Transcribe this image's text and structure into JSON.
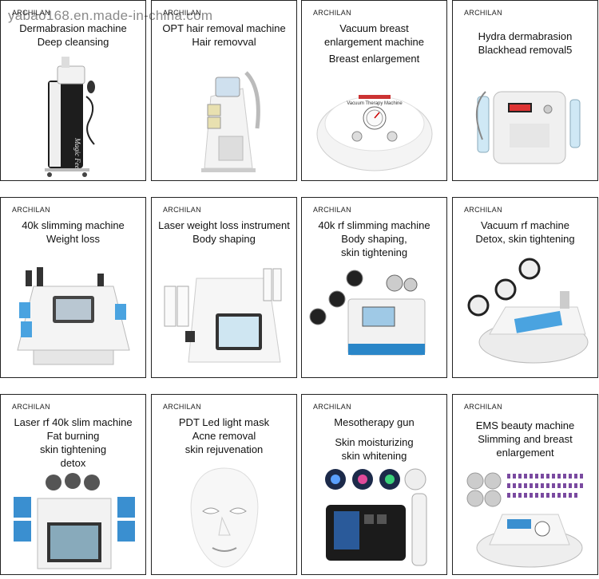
{
  "watermark": "yabao168.en.made-in-china.com",
  "brand": "ARCHILAN",
  "cards": [
    {
      "lines": [
        "Dermabrasion machine",
        "Deep cleansing"
      ]
    },
    {
      "lines": [
        "OPT hair removal machine",
        "Hair removval"
      ]
    },
    {
      "lines": [
        "Vacuum breast",
        "enlargement machine",
        "Breast enlargement"
      ]
    },
    {
      "lines": [
        "Hydra dermabrasion",
        "Blackhead removal5"
      ]
    },
    {
      "lines": [
        "40k slimming machine",
        "Weight loss"
      ]
    },
    {
      "lines": [
        "Laser weight loss instrument",
        "Body shaping"
      ]
    },
    {
      "lines": [
        "40k rf slimming machine",
        "Body shaping,",
        "skin tightening"
      ]
    },
    {
      "lines": [
        "Vacuum rf machine",
        "Detox, skin tightening"
      ]
    },
    {
      "lines": [
        "Laser rf 40k slim machine",
        "Fat burning",
        "skin tightening",
        "detox"
      ]
    },
    {
      "lines": [
        "PDT Led light mask",
        "Acne removal",
        "skin rejuvenation"
      ]
    },
    {
      "lines": [
        "Mesotherapy gun",
        "Skin moisturizing",
        "skin whitening"
      ]
    },
    {
      "lines": [
        "EMS beauty machine",
        "Slimming and breast",
        "enlargement"
      ]
    }
  ],
  "product_labels": {
    "magic_feel": "Magic Feel",
    "vacuum_therapy": "Vacuum Therapy Machine"
  }
}
